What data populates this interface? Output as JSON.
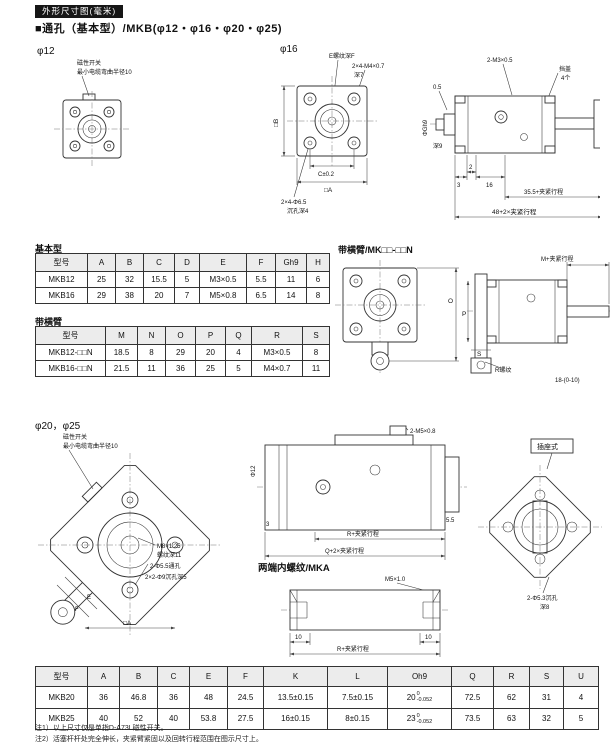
{
  "page": {
    "header_bar": "外形尺寸图(毫米)",
    "section_title": "■通孔（基本型）/MKB(φ12・φ16・φ20・φ25)",
    "note1": "注1）以上尺寸仅是单指D-A73L磁性开关。",
    "note2": "注2）活塞杆杆处完全伸长，夹紧臂紧固以及回转行程范围在图示尺寸上。"
  },
  "drawings": {
    "d12": {
      "title": "φ12",
      "switch_label": "磁性开关",
      "cable_label": "最小电缆弯曲半径10"
    },
    "d16": {
      "title": "φ16",
      "thread_label": "E螺纹深F",
      "holes_label": "2×4-M4×0.7",
      "holes_depth": "深7",
      "dim_b": "□B",
      "dim_c": "C±0.2",
      "dim_a": "□A",
      "cbore_label": "2×4-Φ6.5",
      "cbore_depth": "沉孔深4"
    },
    "side": {
      "ports_label": "2-M3×0.5",
      "cap_label": "挡盖",
      "cap_qty": "4个",
      "dim_05": "0.5",
      "rod_label": "ΦGh9",
      "depth_label": "深9",
      "dim_3": "3",
      "dim_2": "2",
      "dim_16": "16",
      "dim_stroke1": "35.5+夹紧行程",
      "dim_stroke2": "48+2×夹紧行程"
    },
    "arm": {
      "caption": "带横臂/MK□□-□□N",
      "dim_m": "M+夹紧行程",
      "dim_o": "O",
      "dim_p": "P",
      "dim_s": "S",
      "thread_label": "R螺纹",
      "dim_range": "18-(0-10)"
    },
    "d2025": {
      "title": "φ20，φ25",
      "switch_label": "磁性开关",
      "cable_label": "最小电缆弯曲半径10",
      "thread_label": "M8×1.25",
      "thread_depth": "螺纹深11",
      "holes_label": "2-Φ5.5通孔",
      "cbore_label": "2×2-Φ9沉孔深5",
      "dim_a": "□A",
      "dim_e": "E",
      "dim_f": "F",
      "ports_label": "2-M5×0.8",
      "rod_label": "Φ12",
      "dim_55": "5.5",
      "dim_3": "3",
      "dim_r": "R+夹紧行程",
      "dim_q": "Q+2×夹紧行程",
      "socket_label": "插座式",
      "socket_holes": "2-Φ5.3沉孔",
      "socket_depth": "深8"
    },
    "mka": {
      "caption": "两端内螺纹/MKA",
      "thread_label": "M5×1.0",
      "dim_10_left": "10",
      "dim_10_right": "10",
      "dim_r": "R+夹紧行程"
    }
  },
  "tables": {
    "basic": {
      "caption": "基本型",
      "headers": [
        "型号",
        "A",
        "B",
        "C",
        "D",
        "E",
        "F",
        "Gh9",
        "H"
      ],
      "rows": [
        [
          "MKB12",
          "25",
          "32",
          "15.5",
          "5",
          "M3×0.5",
          "5.5",
          "11",
          "6"
        ],
        [
          "MKB16",
          "29",
          "38",
          "20",
          "7",
          "M5×0.8",
          "6.5",
          "14",
          "8"
        ]
      ]
    },
    "arm": {
      "caption": "带横臂",
      "headers": [
        "型号",
        "M",
        "N",
        "O",
        "P",
        "Q",
        "R",
        "S"
      ],
      "rows": [
        [
          "MKB12-□□N",
          "18.5",
          "8",
          "29",
          "20",
          "4",
          "M3×0.5",
          "8"
        ],
        [
          "MKB16-□□N",
          "21.5",
          "11",
          "36",
          "25",
          "5",
          "M4×0.7",
          "11"
        ]
      ]
    },
    "bottom": {
      "headers": [
        "型号",
        "A",
        "B",
        "C",
        "E",
        "F",
        "K",
        "L",
        "Oh9",
        "Q",
        "R",
        "S",
        "U"
      ],
      "rows": [
        {
          "cells": [
            "MKB20",
            "36",
            "46.8",
            "36",
            "48",
            "24.5",
            "13.5±0.15",
            "7.5±0.15"
          ],
          "oh9": {
            "v": "20",
            "tu": "0",
            "tl": "-0.052"
          },
          "tail": [
            "72.5",
            "62",
            "31",
            "4"
          ]
        },
        {
          "cells": [
            "MKB25",
            "40",
            "52",
            "40",
            "53.8",
            "27.5",
            "16±0.15",
            "8±0.15"
          ],
          "oh9": {
            "v": "23",
            "tu": "0",
            "tl": "-0.052"
          },
          "tail": [
            "73.5",
            "63",
            "32",
            "5"
          ]
        }
      ]
    }
  }
}
